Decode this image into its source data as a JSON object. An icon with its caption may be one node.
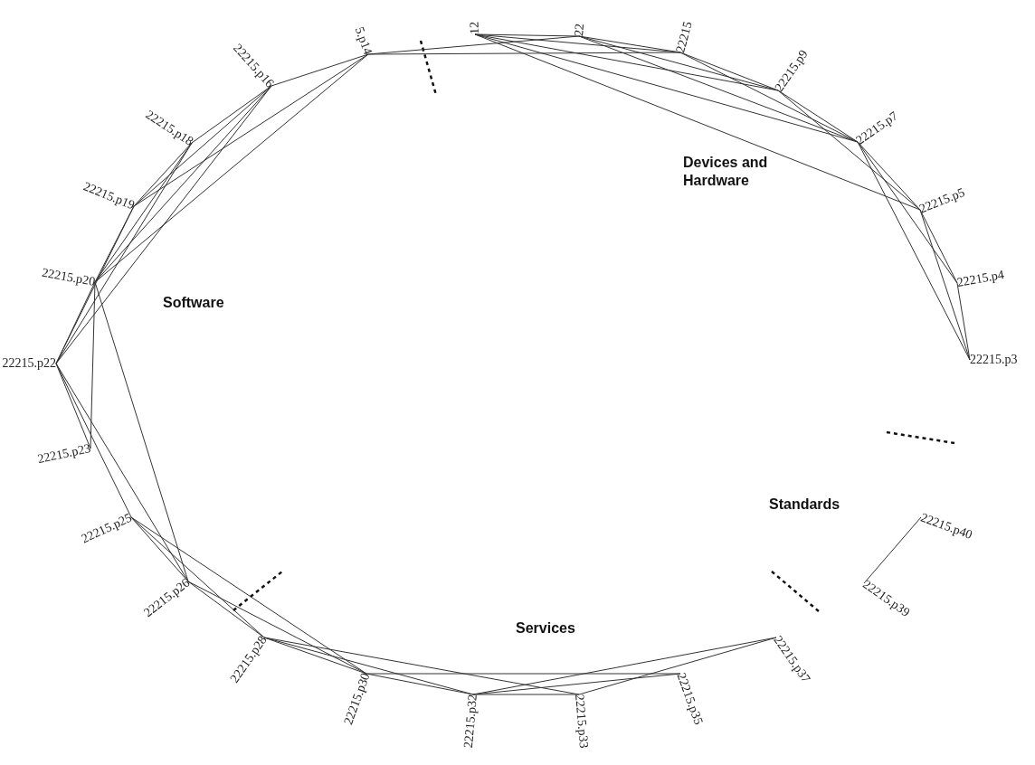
{
  "diagram": {
    "nodes": [
      {
        "text": [
          "22215.p3"
        ]
      },
      {
        "text": [
          "22215.p4"
        ]
      },
      {
        "text": [
          "22215.p5"
        ]
      },
      {
        "text": [
          "22215.p7"
        ]
      },
      {
        "text": [
          "22215.p9"
        ]
      },
      {
        "text": [
          "22215"
        ]
      },
      {
        "text": [
          "22"
        ]
      },
      {
        "text": [
          "12"
        ]
      },
      {
        "text": [
          "5.p14"
        ]
      },
      {
        "text": [
          "22215.p16"
        ]
      },
      {
        "text": [
          "22215.p18"
        ]
      },
      {
        "text": [
          "22215.p19"
        ]
      },
      {
        "text": [
          "22215.p20"
        ]
      },
      {
        "text": [
          "22215.p22"
        ]
      },
      {
        "text": [
          "22215.p23"
        ]
      },
      {
        "text": [
          "22215.p25"
        ]
      },
      {
        "text": [
          "22215.p26"
        ]
      },
      {
        "text": [
          "22215.p28"
        ]
      },
      {
        "text": [
          "22215.p30"
        ]
      },
      {
        "text": [
          "22215.p32"
        ]
      },
      {
        "text": [
          "22215.p33"
        ]
      },
      {
        "text": [
          "22215.p35"
        ]
      },
      {
        "text": [
          "22215.p37"
        ]
      },
      {
        "text": [
          "22215.p39"
        ]
      },
      {
        "text": [
          "22215.p40"
        ]
      }
    ],
    "edges": [
      {
        "from": 8,
        "to": 5,
        "arrow": "none"
      },
      {
        "from": 8,
        "to": 9,
        "arrow": "none"
      },
      {
        "from": 8,
        "to": 6,
        "arrow": "none"
      },
      {
        "from": 7,
        "to": 6,
        "arrow": "none"
      },
      {
        "from": 7,
        "to": 5,
        "arrow": "none"
      },
      {
        "from": 7,
        "to": 4,
        "arrow": "none"
      },
      {
        "from": 7,
        "to": 3,
        "arrow": "none"
      },
      {
        "from": 7,
        "to": 2,
        "arrow": "none"
      },
      {
        "from": 6,
        "to": 5,
        "arrow": "none"
      },
      {
        "from": 6,
        "to": 4,
        "arrow": "none"
      },
      {
        "from": 6,
        "to": 3,
        "arrow": "none"
      },
      {
        "from": 5,
        "to": 4,
        "arrow": "none"
      },
      {
        "from": 5,
        "to": 3,
        "arrow": "none"
      },
      {
        "from": 4,
        "to": 3,
        "arrow": "none"
      },
      {
        "from": 4,
        "to": 2,
        "arrow": "none"
      },
      {
        "from": 3,
        "to": 2,
        "arrow": "none"
      },
      {
        "from": 3,
        "to": 1,
        "arrow": "none"
      },
      {
        "from": 3,
        "to": 0,
        "arrow": "none"
      },
      {
        "from": 2,
        "to": 1,
        "arrow": "none"
      },
      {
        "from": 2,
        "to": 0,
        "arrow": "none"
      },
      {
        "from": 1,
        "to": 0,
        "arrow": "none"
      },
      {
        "from": 9,
        "to": 10,
        "arrow": "none"
      },
      {
        "from": 9,
        "to": 11,
        "arrow": "none"
      },
      {
        "from": 9,
        "to": 12,
        "arrow": "none"
      },
      {
        "from": 9,
        "to": 13,
        "arrow": "none"
      },
      {
        "from": 8,
        "to": 11,
        "arrow": "none"
      },
      {
        "from": 8,
        "to": 12,
        "arrow": "none"
      },
      {
        "from": 10,
        "to": 11,
        "arrow": "none"
      },
      {
        "from": 10,
        "to": 12,
        "arrow": "none"
      },
      {
        "from": 10,
        "to": 13,
        "arrow": "none"
      },
      {
        "from": 11,
        "to": 12,
        "arrow": "none"
      },
      {
        "from": 11,
        "to": 13,
        "arrow": "none"
      },
      {
        "from": 12,
        "to": 13,
        "arrow": "none"
      },
      {
        "from": 12,
        "to": 14,
        "arrow": "none"
      },
      {
        "from": 12,
        "to": 16,
        "arrow": "none"
      },
      {
        "from": 13,
        "to": 14,
        "arrow": "none"
      },
      {
        "from": 13,
        "to": 15,
        "arrow": "none"
      },
      {
        "from": 13,
        "to": 16,
        "arrow": "none"
      },
      {
        "from": 15,
        "to": 16,
        "arrow": "none"
      },
      {
        "from": 15,
        "to": 17,
        "arrow": "none"
      },
      {
        "from": 15,
        "to": 18,
        "arrow": "none"
      },
      {
        "from": 16,
        "to": 17,
        "arrow": "none"
      },
      {
        "from": 16,
        "to": 18,
        "arrow": "none"
      },
      {
        "from": 17,
        "to": 18,
        "arrow": "none"
      },
      {
        "from": 17,
        "to": 19,
        "arrow": "none"
      },
      {
        "from": 17,
        "to": 20,
        "arrow": "none"
      },
      {
        "from": 18,
        "to": 19,
        "arrow": "none"
      },
      {
        "from": 18,
        "to": 21,
        "arrow": "none"
      },
      {
        "from": 19,
        "to": 20,
        "arrow": "none"
      },
      {
        "from": 19,
        "to": 21,
        "arrow": "none"
      },
      {
        "from": 19,
        "to": 22,
        "arrow": "none"
      },
      {
        "from": 20,
        "to": 22,
        "arrow": "none"
      },
      {
        "from": 23,
        "to": 24,
        "arrow": "none"
      }
    ],
    "labels": [
      "Devices and Hardware",
      "Software",
      "Standards",
      "Services"
    ]
  }
}
